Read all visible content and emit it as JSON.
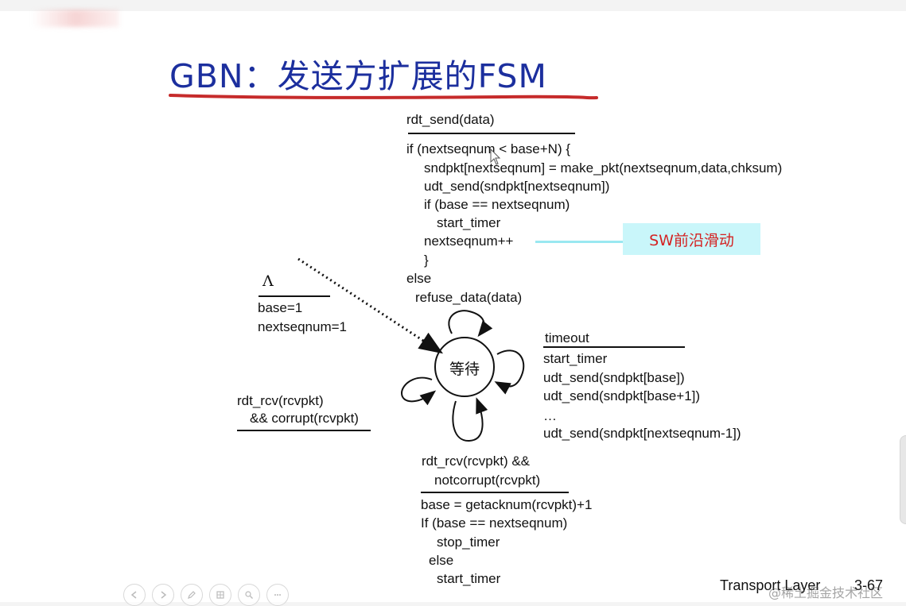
{
  "slide": {
    "title": "GBN：发送方扩展的FSM",
    "footer": {
      "label": "Transport Layer",
      "page": "3-67"
    },
    "watermark": "@稀土掘金技术社区",
    "highlight_label": "SW前沿滑动"
  },
  "state": {
    "label": "等待"
  },
  "init_transition": {
    "event": "Λ",
    "actions": [
      "base=1",
      "nextseqnum=1"
    ]
  },
  "send_transition": {
    "event": "rdt_send(data)",
    "actions": [
      "if (nextseqnum < base+N) {",
      "sndpkt[nextseqnum] = make_pkt(nextseqnum,data,chksum)",
      "udt_send(sndpkt[nextseqnum])",
      "if (base == nextseqnum)",
      "start_timer",
      "nextseqnum++",
      "}",
      "else",
      "refuse_data(data)"
    ]
  },
  "timeout_transition": {
    "event": "timeout",
    "actions": [
      "start_timer",
      "udt_send(sndpkt[base])",
      "udt_send(sndpkt[base+1])",
      "…",
      "udt_send(sndpkt[nextseqnum-1])"
    ]
  },
  "corrupt_transition": {
    "event": [
      "rdt_rcv(rcvpkt)",
      "&& corrupt(rcvpkt)"
    ]
  },
  "ack_transition": {
    "event": [
      "rdt_rcv(rcvpkt) &&",
      "notcorrupt(rcvpkt)"
    ],
    "actions": [
      "base = getacknum(rcvpkt)+1",
      "If (base == nextseqnum)",
      "stop_timer",
      "else",
      "start_timer"
    ]
  },
  "colors": {
    "title": "#1c2f9e",
    "title_underline": "#c62b2b",
    "highlight_bg": "#c9f6fa",
    "highlight_text": "#d42222"
  }
}
